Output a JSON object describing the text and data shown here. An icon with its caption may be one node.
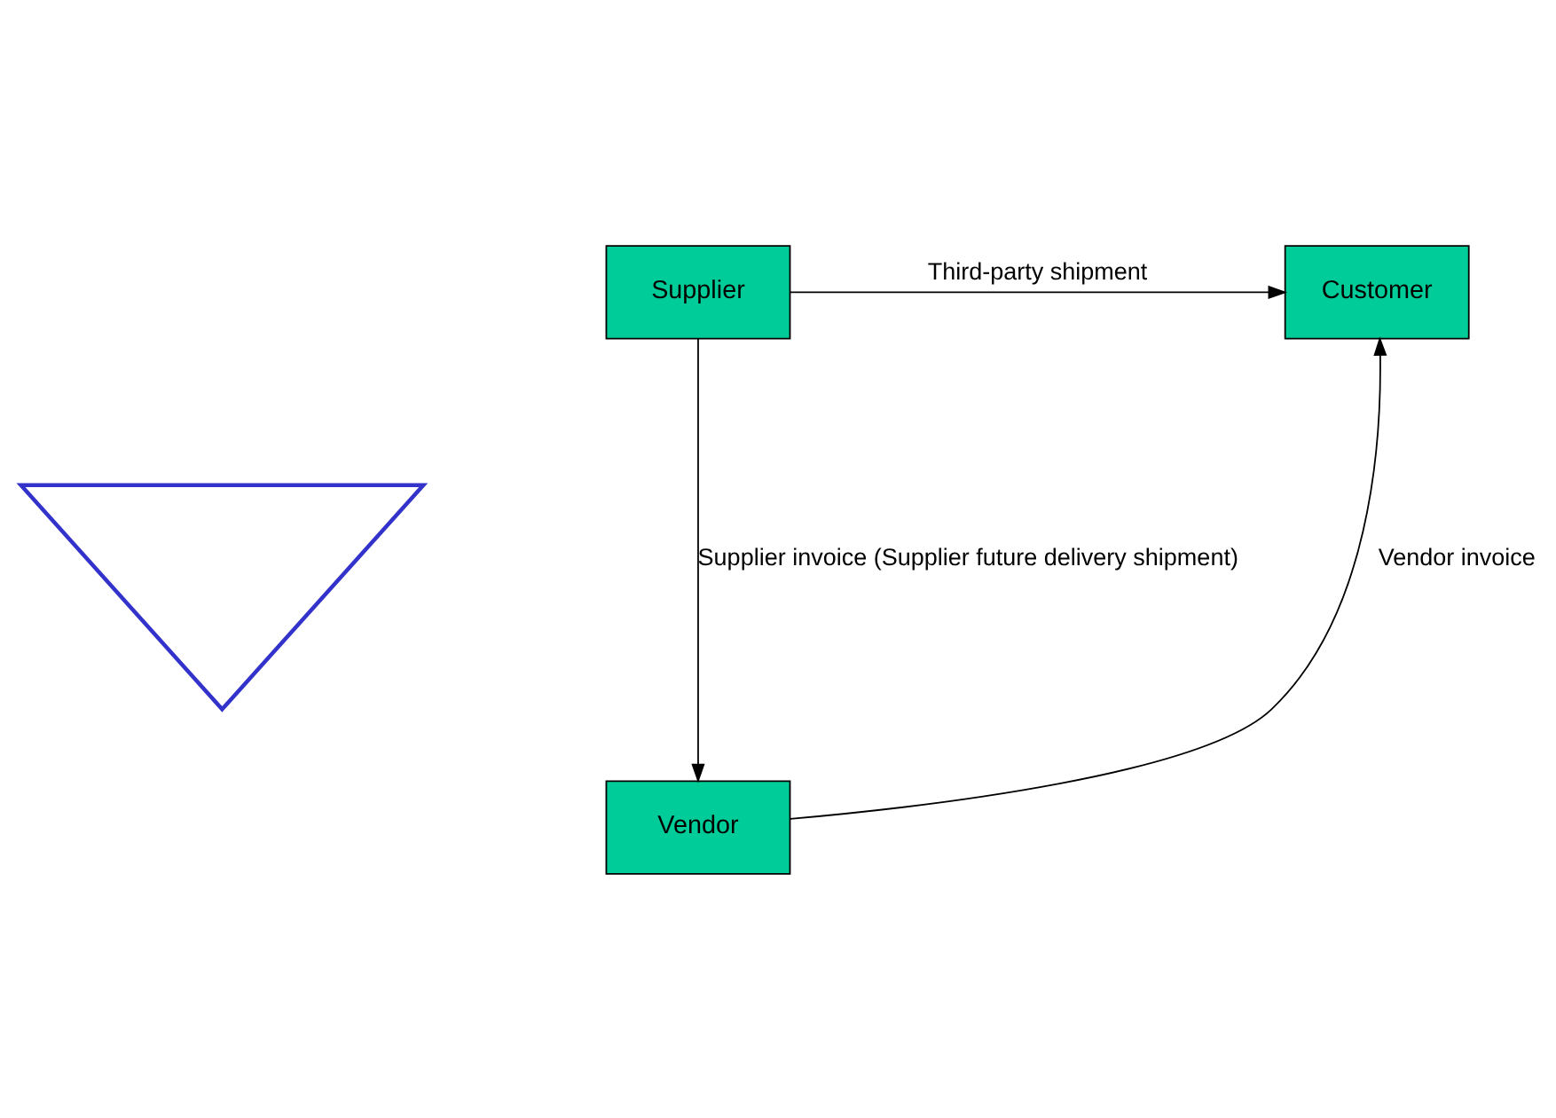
{
  "diagram": {
    "nodes": [
      {
        "text": [
          "Supplier"
        ]
      },
      {
        "text": [
          "Customer"
        ]
      },
      {
        "text": [],
        "shape": "triangle"
      },
      {
        "text": [
          "Vendor"
        ]
      }
    ],
    "edges": [
      {
        "from": 0,
        "to": 1,
        "arrow": "to",
        "label": "Third-party shipment"
      },
      {
        "from": 0,
        "to": 3,
        "arrow": "to",
        "label": "Supplier invoice (Supplier future delivery shipment)"
      },
      {
        "from": 3,
        "to": 1,
        "arrow": "to",
        "label": "Vendor invoice"
      }
    ]
  }
}
